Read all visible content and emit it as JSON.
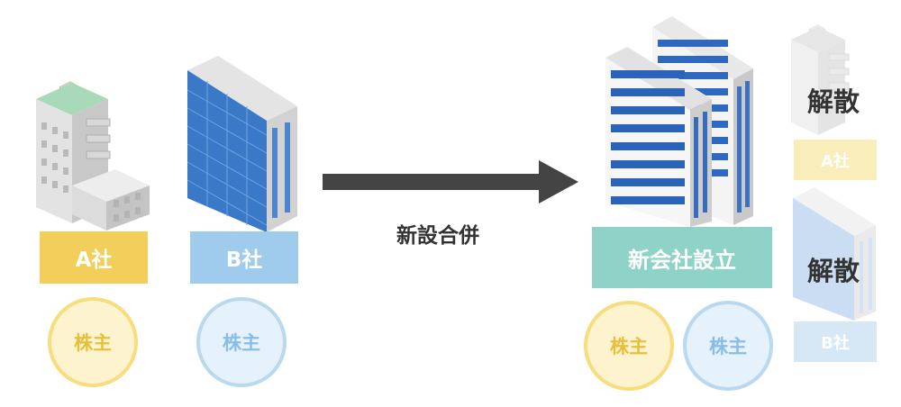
{
  "companyA": {
    "label": "A社",
    "shareholder": "株主"
  },
  "companyB": {
    "label": "B社",
    "shareholder": "株主"
  },
  "merger": {
    "label": "新設合併"
  },
  "newCompany": {
    "label": "新会社設立",
    "shareholderA": "株主",
    "shareholderB": "株主"
  },
  "dissolvedA": {
    "status": "解散",
    "label": "A社"
  },
  "dissolvedB": {
    "status": "解散",
    "label": "B社"
  },
  "colors": {
    "yellow": "#f2cf5b",
    "blue": "#9fcbed",
    "teal": "#8fd2c8",
    "arrow": "#444444"
  }
}
